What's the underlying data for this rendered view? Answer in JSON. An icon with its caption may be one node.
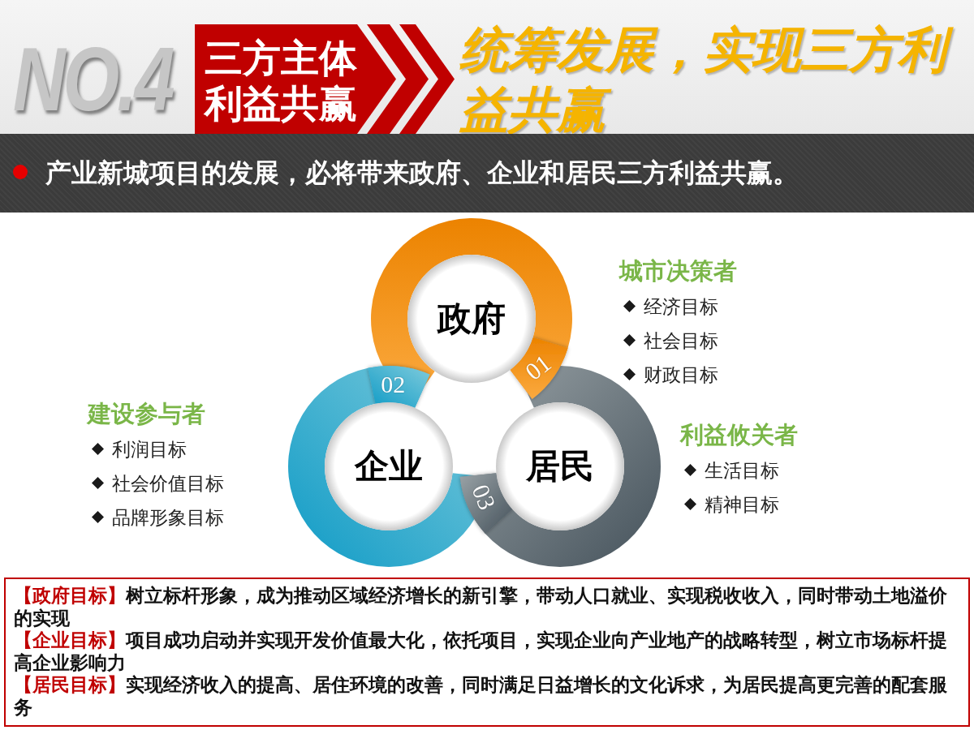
{
  "diagram": {
    "title": "统筹发展，实现三方利益共赢",
    "nodes": [
      {
        "text": [
          "三方主体利益共赢"
        ]
      },
      {
        "text": [
          "产业新城项目的发展，必将带来政府、企业和居民三方利益共赢。"
        ]
      },
      {
        "text": [
          "政府"
        ]
      },
      {
        "text": [
          "企业"
        ]
      },
      {
        "text": [
          "居民"
        ]
      },
      {
        "text": [
          "【政府目标】",
          "树立标杆形象，成为推动区域经济增长的新引擎，带动人口就业、实现税收收入，同时带动土地溢价的实现",
          "【企业目标】",
          "项目成功启动并实现开发价值最大化，依托项目，实现企业向产业地产的战略转型，树立市场标杆提高企业影响力",
          "【居民目标】",
          "实现经济收入的提高、居住环境的改善，同时满足日益增长的文化诉求，为居民提高更完善的配套服务"
        ]
      }
    ],
    "labels": [
      "NO.4",
      "城市决策者",
      "经济目标",
      "社会目标",
      "财政目标",
      "01",
      "02",
      "建设参与者",
      "利润目标",
      "社会价值目标",
      "品牌形象目标",
      "利益攸关者",
      "生活目标",
      "精神目标",
      "03"
    ]
  }
}
